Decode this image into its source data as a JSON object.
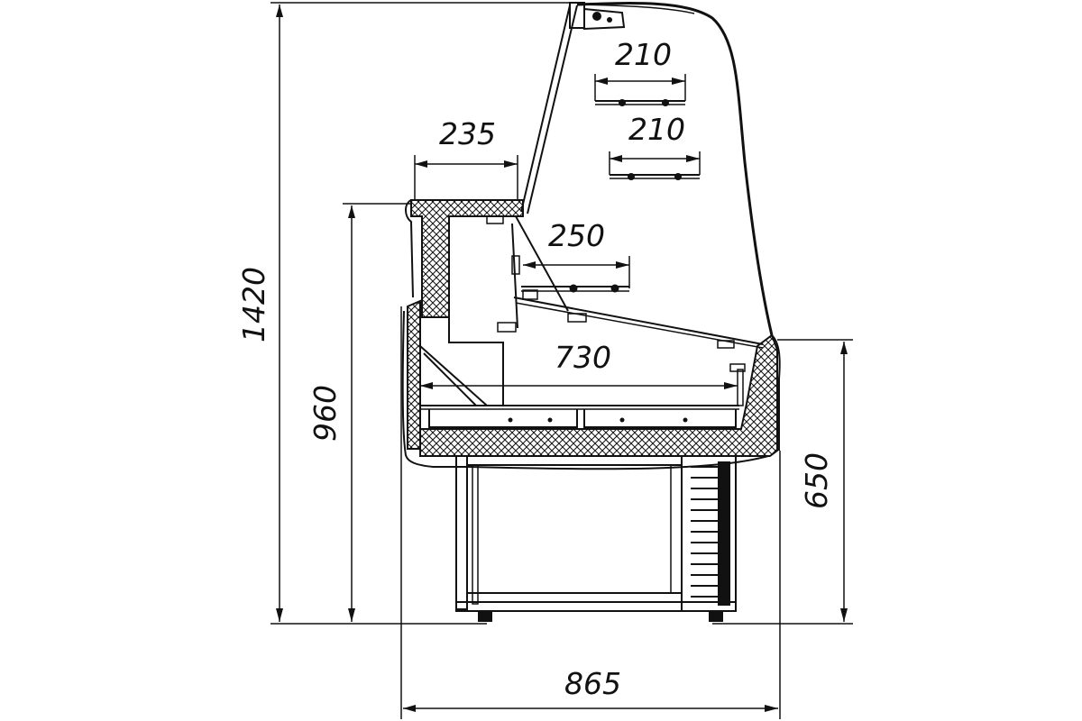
{
  "diagram": {
    "dimensions": {
      "height_total": "1420",
      "height_counter": "960",
      "height_base": "650",
      "width_total": "865",
      "width_inner": "730",
      "shelf_top_upper": "210",
      "shelf_top_lower": "210",
      "shelf_rear_top": "235",
      "shelf_middle": "250"
    }
  }
}
